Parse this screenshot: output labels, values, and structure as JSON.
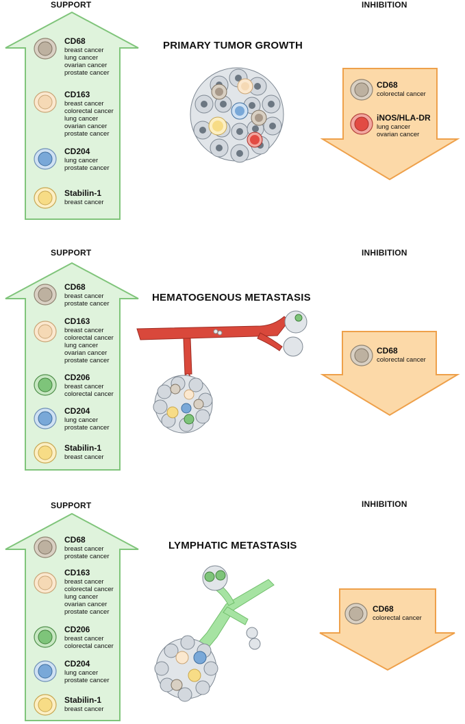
{
  "colors": {
    "support_fill": "#dff3dc",
    "support_stroke": "#7fc47a",
    "inhibition_fill": "#fcd9a8",
    "inhibition_stroke": "#eea04a",
    "cd68": "#bdb1a0",
    "cd163": "#f5d9b5",
    "cd204": "#79a8d8",
    "stabilin": "#f7dc86",
    "cd206": "#7ec47a",
    "inos": "#e24b43",
    "vessel": "#cf3f33",
    "lymph": "#a6e3a2"
  },
  "panels": [
    {
      "support_label": "SUPPORT",
      "inhibition_label": "INHIBITION",
      "title": "PRIMARY TUMOR GROWTH",
      "support": [
        {
          "marker": "CD68",
          "icon": "cd68-cell-icon",
          "cancers": [
            "breast cancer",
            "lung cancer",
            "ovarian cancer",
            "prostate cancer"
          ]
        },
        {
          "marker": "CD163",
          "icon": "cd163-cell-icon",
          "cancers": [
            "breast cancer",
            "colorectal cancer",
            "lung cancer",
            "ovarian cancer",
            "prostate cancer"
          ]
        },
        {
          "marker": "CD204",
          "icon": "cd204-cell-icon",
          "cancers": [
            "lung cancer",
            "prostate cancer"
          ]
        },
        {
          "marker": "Stabilin-1",
          "icon": "stabilin-cell-icon",
          "cancers": [
            "breast cancer"
          ]
        }
      ],
      "inhibition": [
        {
          "marker": "CD68",
          "icon": "cd68-cell-icon",
          "cancers": [
            "colorectal cancer"
          ]
        },
        {
          "marker": "iNOS/HLA-DR",
          "icon": "inos-cell-icon",
          "cancers": [
            "lung cancer",
            "ovarian cancer"
          ]
        }
      ]
    },
    {
      "support_label": "SUPPORT",
      "inhibition_label": "INHIBITION",
      "title": "HEMATOGENOUS METASTASIS",
      "support": [
        {
          "marker": "CD68",
          "icon": "cd68-cell-icon",
          "cancers": [
            "breast cancer",
            "prostate cancer"
          ]
        },
        {
          "marker": "CD163",
          "icon": "cd163-cell-icon",
          "cancers": [
            "breast cancer",
            "colorectal cancer",
            "lung cancer",
            "ovarian cancer",
            "prostate cancer"
          ]
        },
        {
          "marker": "CD206",
          "icon": "cd206-cell-icon",
          "cancers": [
            "breast cancer",
            "colorectal cancer"
          ]
        },
        {
          "marker": "CD204",
          "icon": "cd204-cell-icon",
          "cancers": [
            "lung cancer",
            "prostate cancer"
          ]
        },
        {
          "marker": "Stabilin-1",
          "icon": "stabilin-cell-icon",
          "cancers": [
            "breast cancer"
          ]
        }
      ],
      "inhibition": [
        {
          "marker": "CD68",
          "icon": "cd68-cell-icon",
          "cancers": [
            "colorectal cancer"
          ]
        }
      ]
    },
    {
      "support_label": "SUPPORT",
      "inhibition_label": "INHIBITION",
      "title": "LYMPHATIC METASTASIS",
      "support": [
        {
          "marker": "CD68",
          "icon": "cd68-cell-icon",
          "cancers": [
            "breast cancer",
            "prostate cancer"
          ]
        },
        {
          "marker": "CD163",
          "icon": "cd163-cell-icon",
          "cancers": [
            "breast cancer",
            "colorectal cancer",
            "lung cancer",
            "ovarian cancer",
            "prostate cancer"
          ]
        },
        {
          "marker": "CD206",
          "icon": "cd206-cell-icon",
          "cancers": [
            "breast cancer",
            "colorectal cancer"
          ]
        },
        {
          "marker": "CD204",
          "icon": "cd204-cell-icon",
          "cancers": [
            "lung cancer",
            "prostate cancer"
          ]
        },
        {
          "marker": "Stabilin-1",
          "icon": "stabilin-cell-icon",
          "cancers": [
            "breast cancer"
          ]
        }
      ],
      "inhibition": [
        {
          "marker": "CD68",
          "icon": "cd68-cell-icon",
          "cancers": [
            "colorectal cancer"
          ]
        }
      ]
    }
  ]
}
